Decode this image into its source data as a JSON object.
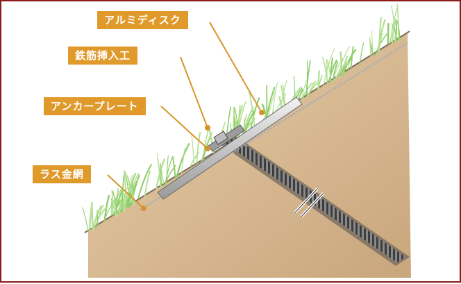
{
  "colors": {
    "frame": "#8b1a1a",
    "label_bg": "#e09a2c",
    "leader": "#d8942b",
    "soil": "#d6b894",
    "grass": "#8fcf6a"
  },
  "labels": {
    "aluminum_disk": "アルミディスク",
    "rebar_insertion": "鉄筋挿入工",
    "anchor_plate": "アンカープレート",
    "lath_net": "ラス金網"
  }
}
